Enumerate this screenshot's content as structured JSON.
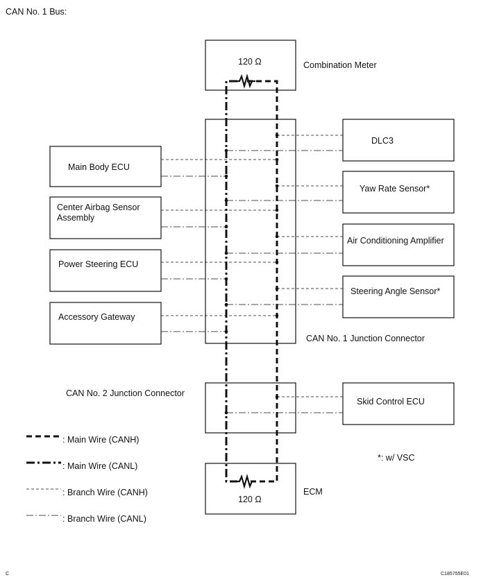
{
  "title": "CAN No. 1 Bus:",
  "resistor_top": "120 Ω",
  "resistor_bottom": "120 Ω",
  "combination_meter": "Combination Meter",
  "left_ecus": {
    "main_body": "Main Body ECU",
    "airbag": "Center Airbag Sensor Assembly",
    "power_steering": "Power Steering ECU",
    "accessory_gateway": "Accessory Gateway"
  },
  "right_ecus": {
    "dlc3": "DLC3",
    "yaw_rate": "Yaw Rate Sensor*",
    "air_conditioning": "Air Conditioning Amplifier",
    "steering_angle": "Steering Angle Sensor*",
    "skid_control": "Skid Control ECU"
  },
  "junction1": "CAN No. 1 Junction Connector",
  "junction2": "CAN No. 2 Junction Connector",
  "ecm": "ECM",
  "note": "*: w/ VSC",
  "legend": {
    "main_canh": ": Main Wire (CANH)",
    "main_canl": ": Main Wire (CANL)",
    "branch_canh": ": Branch Wire (CANH)",
    "branch_canl": ": Branch Wire (CANL)"
  },
  "corner_left": "C",
  "corner_right": "C185755E01",
  "colors": {
    "line": "#111111",
    "background": "#ffffff"
  }
}
